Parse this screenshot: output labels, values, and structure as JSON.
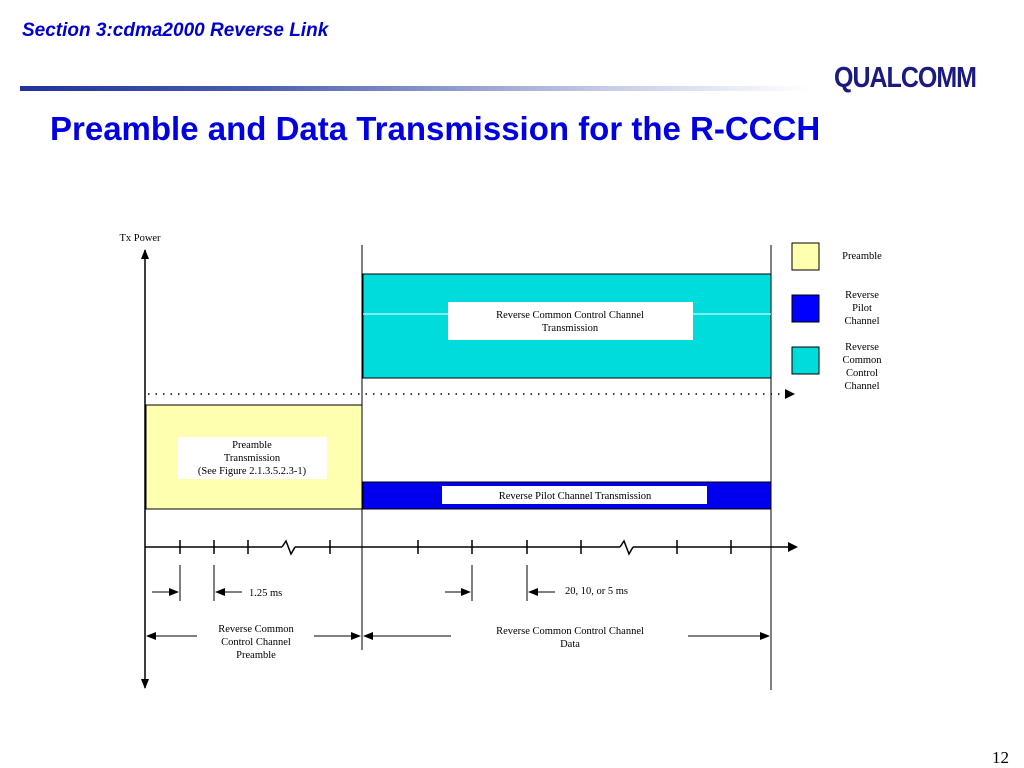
{
  "header": {
    "section_title": "Section 3:cdma2000 Reverse Link",
    "logo_text": "QUALCOMM",
    "page_title": "Preamble and Data Transmission for the R-CCCH"
  },
  "diagram": {
    "y_axis_label": "Tx Power",
    "rcch_box_line1": "Reverse Common Control Channel",
    "rcch_box_line2": "Transmission",
    "preamble_box_line1": "Preamble",
    "preamble_box_line2": "Transmission",
    "preamble_box_line3": "(See Figure 2.1.3.5.2.3-1)",
    "pilot_box_label": "Reverse Pilot Channel Transmission",
    "dim_125ms": "1.25 ms",
    "dim_slot": "20, 10, or 5 ms",
    "span_preamble_line1": "Reverse Common",
    "span_preamble_line2": "Control Channel",
    "span_preamble_line3": "Preamble",
    "span_data_line1": "Reverse Common Control Channel",
    "span_data_line2": "Data"
  },
  "legend": {
    "items": [
      {
        "lines": [
          "Preamble"
        ],
        "color": "#ffffb0"
      },
      {
        "lines": [
          "Reverse",
          "Pilot",
          "Channel"
        ],
        "color": "#0000ff"
      },
      {
        "lines": [
          "Reverse",
          "Common",
          "Control",
          "Channel"
        ],
        "color": "#00dcdc"
      }
    ]
  },
  "footer": {
    "page_number": "12"
  }
}
